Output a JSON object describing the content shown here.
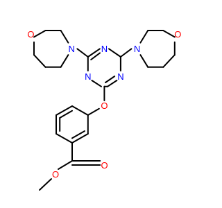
{
  "molecule": {
    "atom_labels": {
      "o_morph_left": "O",
      "n_morph_left": "N",
      "o_morph_right": "O",
      "n_morph_right": "N",
      "n_triazine_top": "N",
      "n_triazine_left": "N",
      "n_triazine_right": "N",
      "o_ether": "O",
      "o_carbonyl": "O",
      "o_ester": "O"
    },
    "colors": {
      "bond": "#000000",
      "nitrogen": "#0000FF",
      "oxygen": "#FF0000"
    }
  }
}
